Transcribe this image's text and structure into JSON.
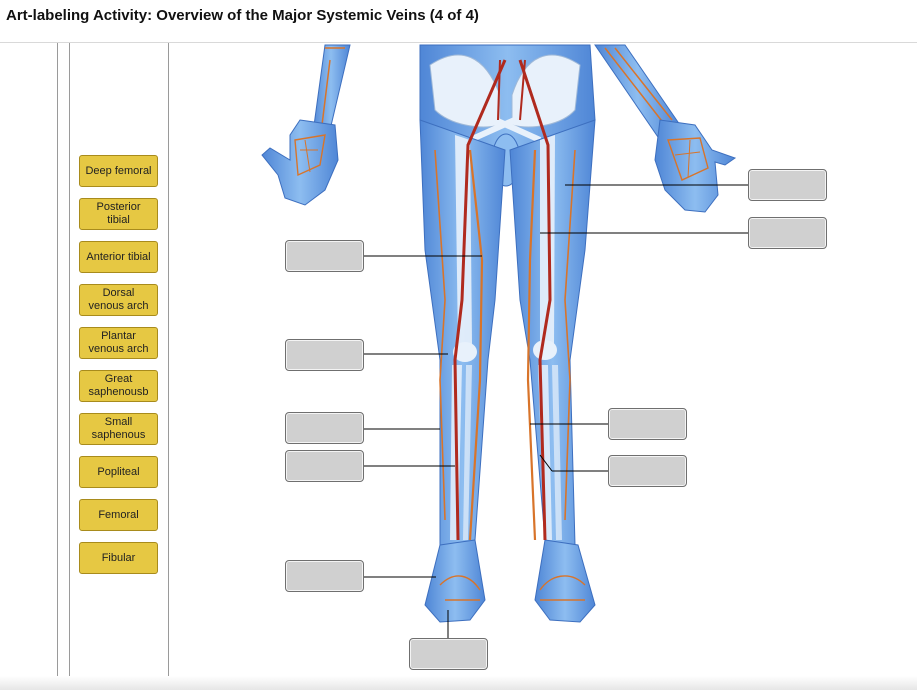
{
  "title": "Art-labeling Activity: Overview of the Major Systemic Veins (4 of 4)",
  "labels": [
    "Deep femoral",
    "Posterior\ntibial",
    "Anterior tibial",
    "Dorsal\nvenous arch",
    "Plantar\nvenous arch",
    "Great\nsaphenousb",
    "Small\nsaphenous",
    "Popliteal",
    "Femoral",
    "Fibular"
  ],
  "colors": {
    "label_fill": "#e6c843",
    "drop_fill": "#d0d0d0",
    "body_fill": "#7fb0ea",
    "bone": "#e8f1fb",
    "vein_orange": "#d8742a",
    "vein_red": "#b02a1e"
  },
  "icons": [
    "anatomy-illustration"
  ]
}
